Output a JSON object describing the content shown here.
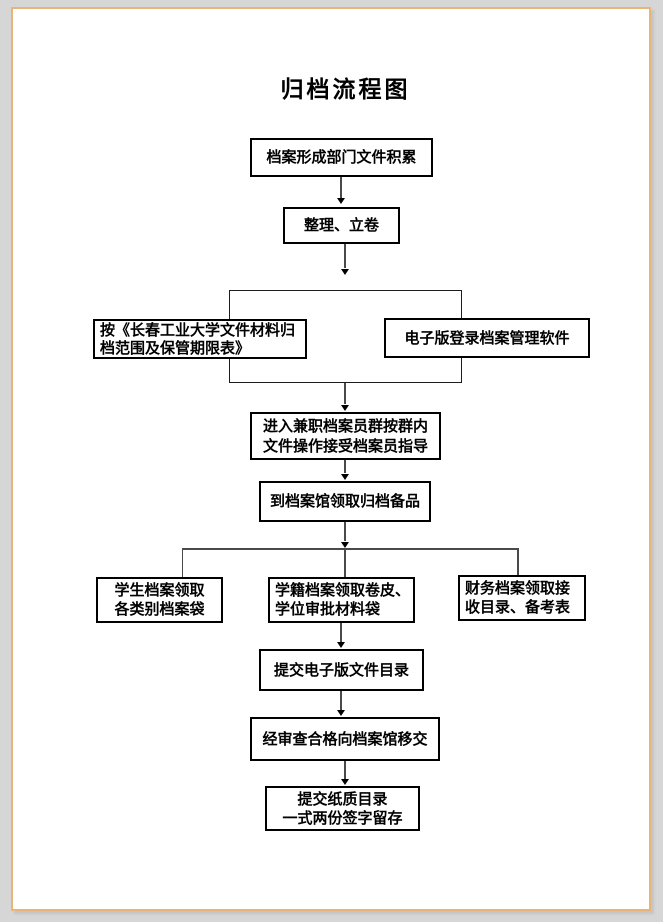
{
  "document": {
    "title": "归档流程图"
  },
  "flowchart": {
    "nodes": {
      "accumulation": "档案形成部门文件积累",
      "arrange": "整理、立卷",
      "scope_table": "按《长春工业大学文件材料归\n档范围及保管期限表》",
      "electronic_login": "电子版登录档案管理软件",
      "archivist_group": "进入兼职档案员群按群内\n文件操作接受档案员指导",
      "get_supplies": "到档案馆领取归档备品",
      "student_archive": "学生档案领取\n各类别档案袋",
      "status_archive": "学籍档案领取卷皮、\n学位审批材料袋",
      "finance_archive": "财务档案领取接\n收目录、备考表",
      "submit_electronic": "提交电子版文件目录",
      "review_transfer": "经审查合格向档案馆移交",
      "submit_paper": "提交纸质目录\n一式两份签字留存"
    },
    "colors": {
      "background": "#d6d6d6",
      "paper": "#ffffff",
      "page_border": "#eab377",
      "box_border": "#000000",
      "connector_line": "#4a4a4a",
      "text": "#000000"
    }
  }
}
